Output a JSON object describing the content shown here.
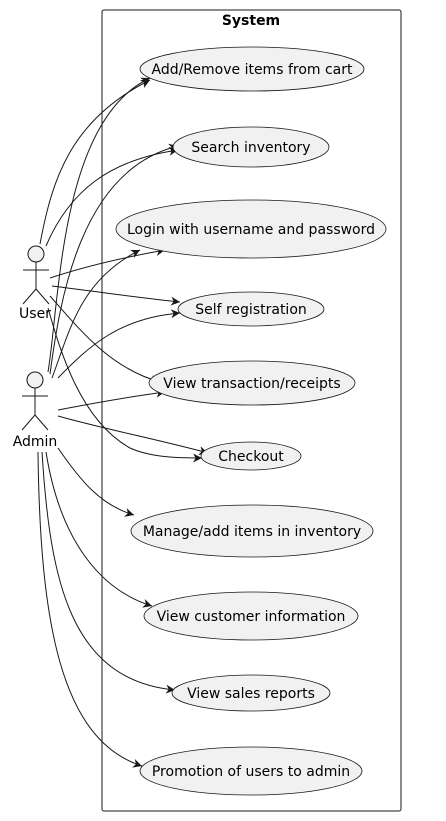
{
  "system": {
    "title": "System"
  },
  "actors": [
    {
      "id": "user",
      "label": "User"
    },
    {
      "id": "admin",
      "label": "Admin"
    }
  ],
  "use_cases": [
    {
      "id": "uc1",
      "label": "Add/Remove items from cart"
    },
    {
      "id": "uc2",
      "label": "Search inventory"
    },
    {
      "id": "uc3",
      "label": "Login with username and password"
    },
    {
      "id": "uc4",
      "label": "Self registration"
    },
    {
      "id": "uc5",
      "label": "View transaction/receipts"
    },
    {
      "id": "uc6",
      "label": "Checkout"
    },
    {
      "id": "uc7",
      "label": "Manage/add items in inventory"
    },
    {
      "id": "uc8",
      "label": "View customer information"
    },
    {
      "id": "uc9",
      "label": "View sales reports"
    },
    {
      "id": "uc10",
      "label": "Promotion of users to admin"
    }
  ],
  "associations": [
    {
      "from": "user",
      "to": "uc1"
    },
    {
      "from": "user",
      "to": "uc2"
    },
    {
      "from": "user",
      "to": "uc3"
    },
    {
      "from": "user",
      "to": "uc4"
    },
    {
      "from": "user",
      "to": "uc5"
    },
    {
      "from": "user",
      "to": "uc6"
    },
    {
      "from": "admin",
      "to": "uc1"
    },
    {
      "from": "admin",
      "to": "uc2"
    },
    {
      "from": "admin",
      "to": "uc3"
    },
    {
      "from": "admin",
      "to": "uc4"
    },
    {
      "from": "admin",
      "to": "uc5"
    },
    {
      "from": "admin",
      "to": "uc6"
    },
    {
      "from": "admin",
      "to": "uc7"
    },
    {
      "from": "admin",
      "to": "uc8"
    },
    {
      "from": "admin",
      "to": "uc9"
    },
    {
      "from": "admin",
      "to": "uc10"
    }
  ],
  "colors": {
    "ellipse_fill": "#f1f1f1",
    "stroke": "#181818",
    "background": "#ffffff"
  }
}
